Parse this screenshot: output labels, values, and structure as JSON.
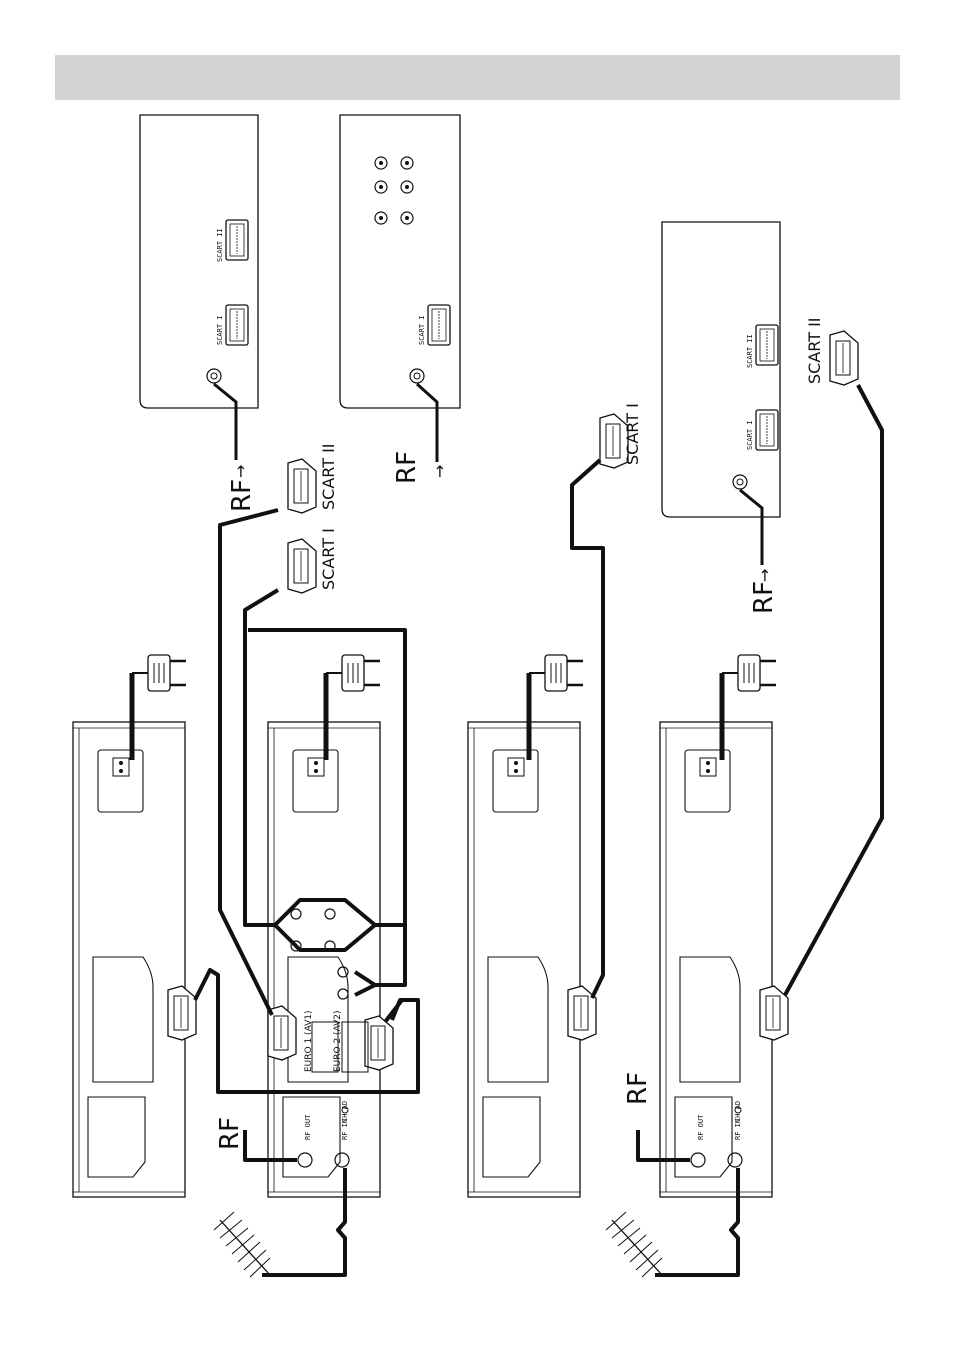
{
  "labels": {
    "rf": "RF",
    "scart_i": "SCART I",
    "scart_ii": "SCART II",
    "euro1": "EURO 1 (AV1)",
    "euro2": "EURO 2 (AV2)",
    "rf_out": "RF OUT",
    "rf_in": "RF IN",
    "ch_ad": "CH AD",
    "tv_scart_i": "SCART I",
    "tv_scart_ii": "SCART II"
  },
  "colors": {
    "line": "#111111",
    "header": "#d3d3d3",
    "background": "#ffffff"
  }
}
